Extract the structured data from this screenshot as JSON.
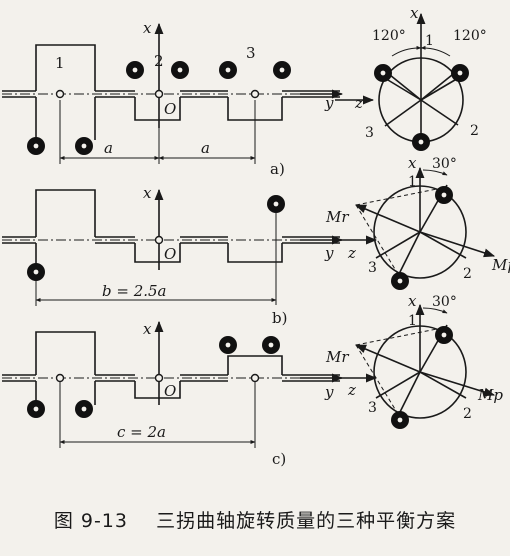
{
  "caption": {
    "number": "图 9-13",
    "text": "三拐曲轴旋转质量的三种平衡方案"
  },
  "schemes": [
    {
      "label": "a)",
      "dims": [
        {
          "text": "a"
        },
        {
          "text": "a"
        }
      ],
      "crank_numbers": [
        "1",
        "2",
        "3"
      ],
      "axis_labels": {
        "x": "x",
        "y": "y",
        "z": "z",
        "origin": "O"
      },
      "circle": {
        "angles": [
          "120°",
          "120°"
        ],
        "numbers": [
          "1",
          "2",
          "3"
        ],
        "axis_labels": {
          "x": "x",
          "y": "y",
          "z": "z"
        }
      }
    },
    {
      "label": "b)",
      "dims": [
        {
          "text": "b = 2.5a"
        }
      ],
      "axis_labels": {
        "x": "x",
        "y": "y",
        "z": "z",
        "origin": "O"
      },
      "circle": {
        "angles": [
          "30°"
        ],
        "numbers": [
          "1",
          "2",
          "3"
        ],
        "moments": [
          "Mr",
          "Mp"
        ],
        "axis_labels": {
          "x": "x"
        }
      }
    },
    {
      "label": "c)",
      "dims": [
        {
          "text": "c = 2a"
        }
      ],
      "axis_labels": {
        "x": "x",
        "y": "y",
        "z": "z",
        "origin": "O"
      },
      "circle": {
        "angles": [
          "30°"
        ],
        "numbers": [
          "1",
          "2",
          "3"
        ],
        "moments": [
          "Mr",
          "Mp"
        ],
        "axis_labels": {
          "x": "x"
        }
      }
    }
  ]
}
